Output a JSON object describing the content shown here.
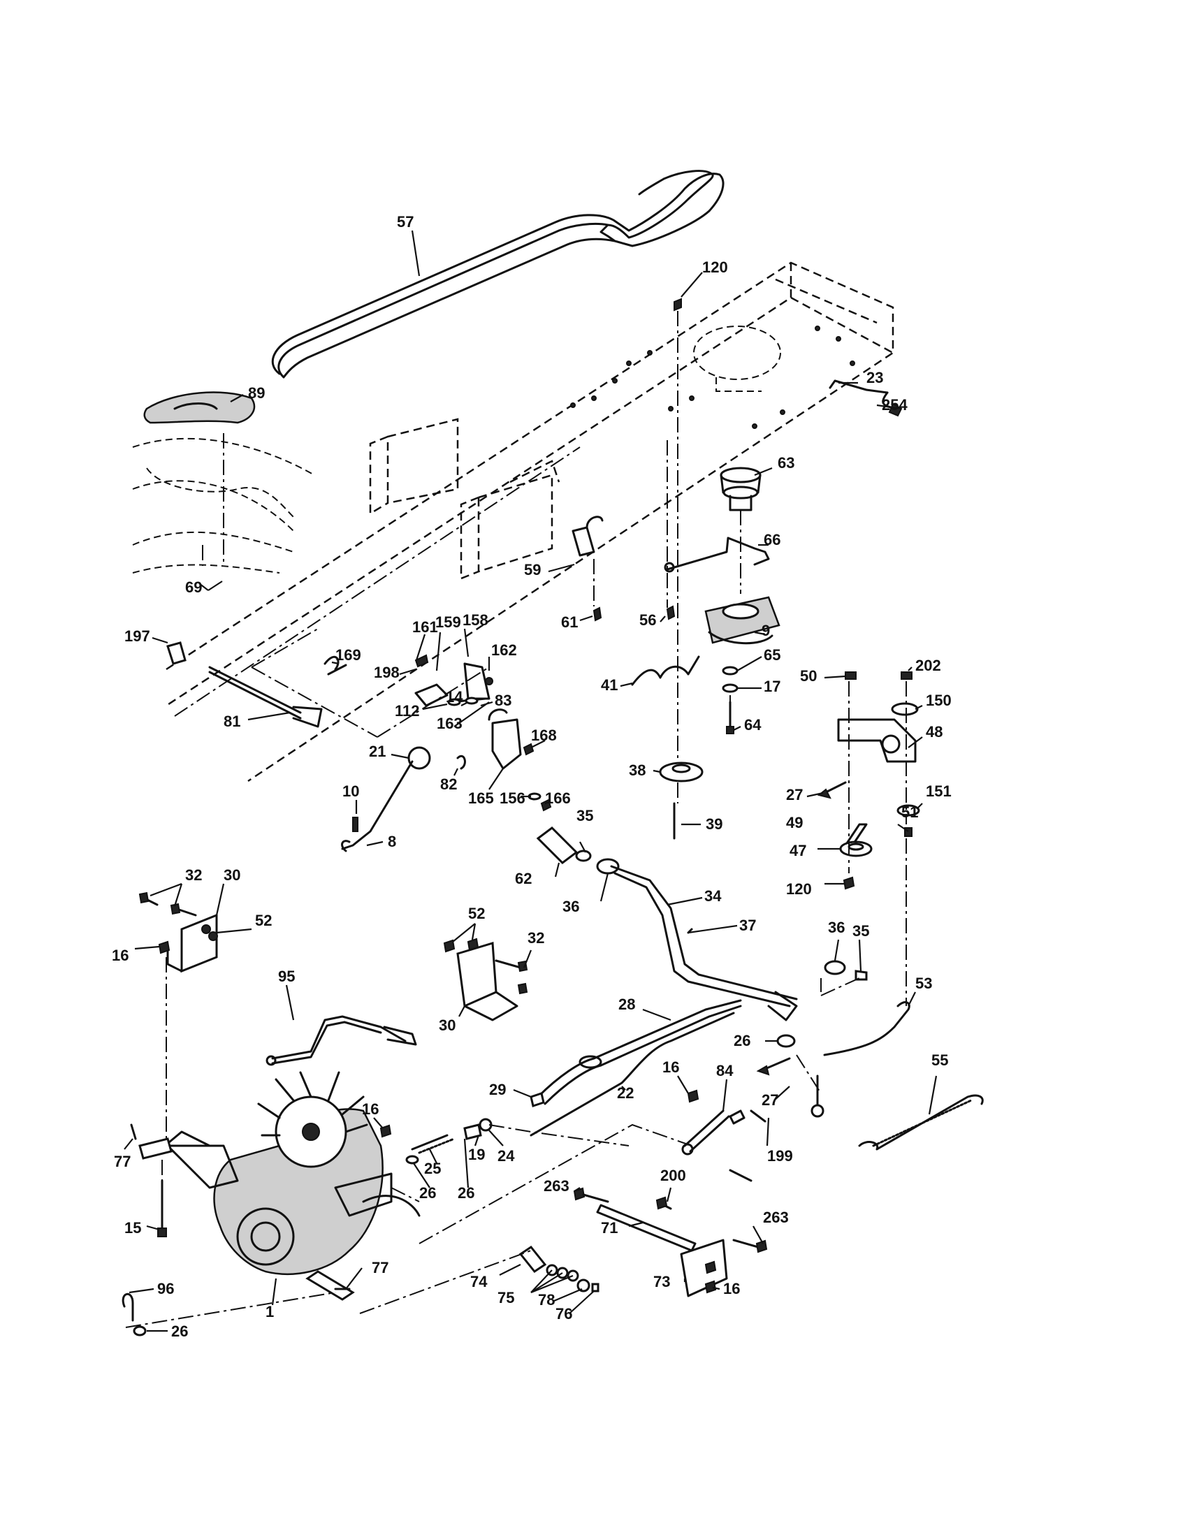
{
  "diagram": {
    "callouts": [
      {
        "id": "c57",
        "text": "57"
      },
      {
        "id": "c120a",
        "text": "120"
      },
      {
        "id": "c89",
        "text": "89"
      },
      {
        "id": "c23",
        "text": "23"
      },
      {
        "id": "c254",
        "text": "254"
      },
      {
        "id": "c63",
        "text": "63"
      },
      {
        "id": "c66",
        "text": "66"
      },
      {
        "id": "c59",
        "text": "59"
      },
      {
        "id": "c69",
        "text": "69"
      },
      {
        "id": "c61",
        "text": "61"
      },
      {
        "id": "c56",
        "text": "56"
      },
      {
        "id": "c9",
        "text": "9"
      },
      {
        "id": "c161",
        "text": "161"
      },
      {
        "id": "c159",
        "text": "159"
      },
      {
        "id": "c158",
        "text": "158"
      },
      {
        "id": "c197",
        "text": "197"
      },
      {
        "id": "c169",
        "text": "169"
      },
      {
        "id": "c162",
        "text": "162"
      },
      {
        "id": "c198",
        "text": "198"
      },
      {
        "id": "c83",
        "text": "83"
      },
      {
        "id": "c65",
        "text": "65"
      },
      {
        "id": "c17",
        "text": "17"
      },
      {
        "id": "c50",
        "text": "50"
      },
      {
        "id": "c202",
        "text": "202"
      },
      {
        "id": "c150",
        "text": "150"
      },
      {
        "id": "c41",
        "text": "41"
      },
      {
        "id": "c81",
        "text": "81"
      },
      {
        "id": "c112",
        "text": "112"
      },
      {
        "id": "c14",
        "text": "14"
      },
      {
        "id": "c64",
        "text": "64"
      },
      {
        "id": "c48",
        "text": "48"
      },
      {
        "id": "c163",
        "text": "163"
      },
      {
        "id": "c168",
        "text": "168"
      },
      {
        "id": "c21",
        "text": "21"
      },
      {
        "id": "c38",
        "text": "38"
      },
      {
        "id": "c27a",
        "text": "27"
      },
      {
        "id": "c151",
        "text": "151"
      },
      {
        "id": "c82",
        "text": "82"
      },
      {
        "id": "c165",
        "text": "165"
      },
      {
        "id": "c156",
        "text": "156"
      },
      {
        "id": "c166",
        "text": "166"
      },
      {
        "id": "c10",
        "text": "10"
      },
      {
        "id": "c35a",
        "text": "35"
      },
      {
        "id": "c49",
        "text": "49"
      },
      {
        "id": "c51",
        "text": "51"
      },
      {
        "id": "c39",
        "text": "39"
      },
      {
        "id": "c8",
        "text": "8"
      },
      {
        "id": "c47",
        "text": "47"
      },
      {
        "id": "c32a",
        "text": "32"
      },
      {
        "id": "c30a",
        "text": "30"
      },
      {
        "id": "c62",
        "text": "62"
      },
      {
        "id": "c36a",
        "text": "36"
      },
      {
        "id": "c34",
        "text": "34"
      },
      {
        "id": "c120b",
        "text": "120"
      },
      {
        "id": "c52a",
        "text": "52"
      },
      {
        "id": "c16a",
        "text": "16"
      },
      {
        "id": "c52b",
        "text": "52"
      },
      {
        "id": "c37",
        "text": "37"
      },
      {
        "id": "c36b",
        "text": "36"
      },
      {
        "id": "c35b",
        "text": "35"
      },
      {
        "id": "c32b",
        "text": "32"
      },
      {
        "id": "c95",
        "text": "95"
      },
      {
        "id": "c53",
        "text": "53"
      },
      {
        "id": "c30b",
        "text": "30"
      },
      {
        "id": "c28",
        "text": "28"
      },
      {
        "id": "c26a",
        "text": "26"
      },
      {
        "id": "c55",
        "text": "55"
      },
      {
        "id": "c16b",
        "text": "16"
      },
      {
        "id": "c84",
        "text": "84"
      },
      {
        "id": "c29",
        "text": "29"
      },
      {
        "id": "c22",
        "text": "22"
      },
      {
        "id": "c27b",
        "text": "27"
      },
      {
        "id": "c16c",
        "text": "16"
      },
      {
        "id": "c77a",
        "text": "77"
      },
      {
        "id": "c19",
        "text": "19"
      },
      {
        "id": "c24",
        "text": "24"
      },
      {
        "id": "c25",
        "text": "25"
      },
      {
        "id": "c199",
        "text": "199"
      },
      {
        "id": "c200",
        "text": "200"
      },
      {
        "id": "c26b",
        "text": "26"
      },
      {
        "id": "c26c",
        "text": "26"
      },
      {
        "id": "c263a",
        "text": "263"
      },
      {
        "id": "c15",
        "text": "15"
      },
      {
        "id": "c71",
        "text": "71"
      },
      {
        "id": "c263b",
        "text": "263"
      },
      {
        "id": "c77b",
        "text": "77"
      },
      {
        "id": "c74",
        "text": "74"
      },
      {
        "id": "c73",
        "text": "73"
      },
      {
        "id": "c16d",
        "text": "16"
      },
      {
        "id": "c75",
        "text": "75"
      },
      {
        "id": "c96",
        "text": "96"
      },
      {
        "id": "c78",
        "text": "78"
      },
      {
        "id": "c1",
        "text": "1"
      },
      {
        "id": "c76",
        "text": "76"
      },
      {
        "id": "c26d",
        "text": "26"
      }
    ]
  }
}
